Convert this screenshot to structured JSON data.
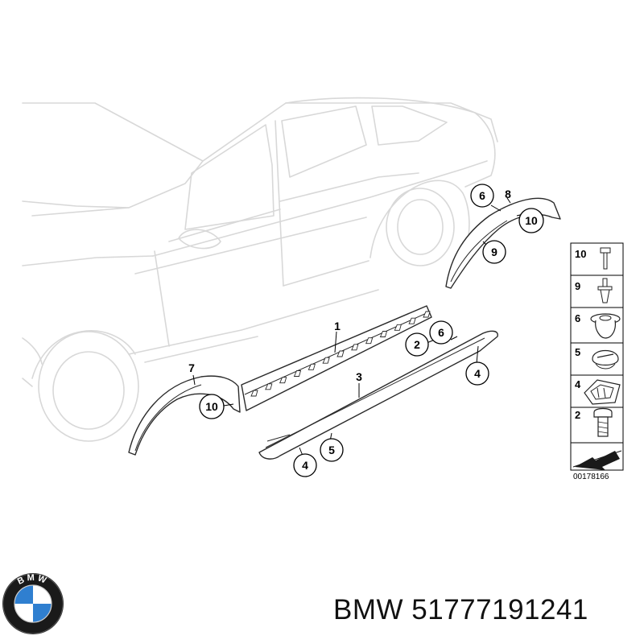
{
  "diagram": {
    "legend_numbers": [
      "10",
      "9",
      "6",
      "5",
      "4",
      "2"
    ],
    "callouts": {
      "c6_top": "6",
      "c8_top": "8",
      "c10_top": "10",
      "c9": "9",
      "c1": "1",
      "c2": "2",
      "c6_sill": "6",
      "c4_right": "4",
      "c3": "3",
      "c7": "7",
      "c10_left": "10",
      "c5": "5",
      "c4_left": "4"
    },
    "diagram_id": "00178166"
  },
  "logo_letters": "BMW",
  "caption": {
    "brand": "BMW",
    "part_number": "51777191241"
  },
  "colors": {
    "logo_blue": "#2f7fd0",
    "logo_ring": "#1a1a1a",
    "car_outline": "#d8d8d8"
  }
}
